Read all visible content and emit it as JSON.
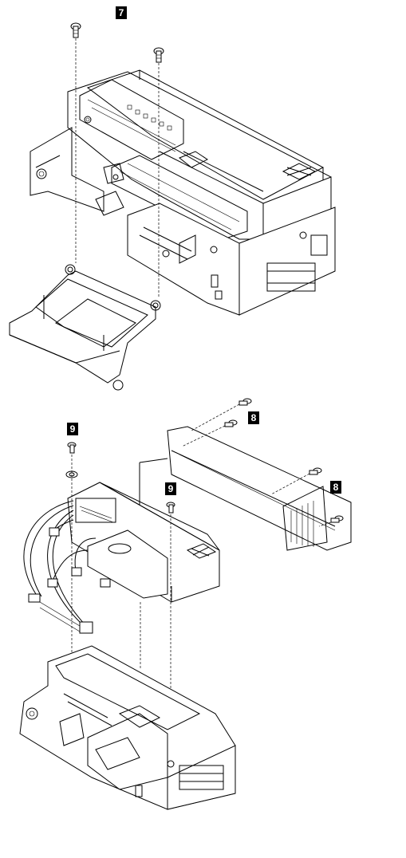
{
  "callouts": {
    "c7": "7",
    "c8a": "8",
    "c8b": "8",
    "c9a": "9",
    "c9b": "9"
  }
}
